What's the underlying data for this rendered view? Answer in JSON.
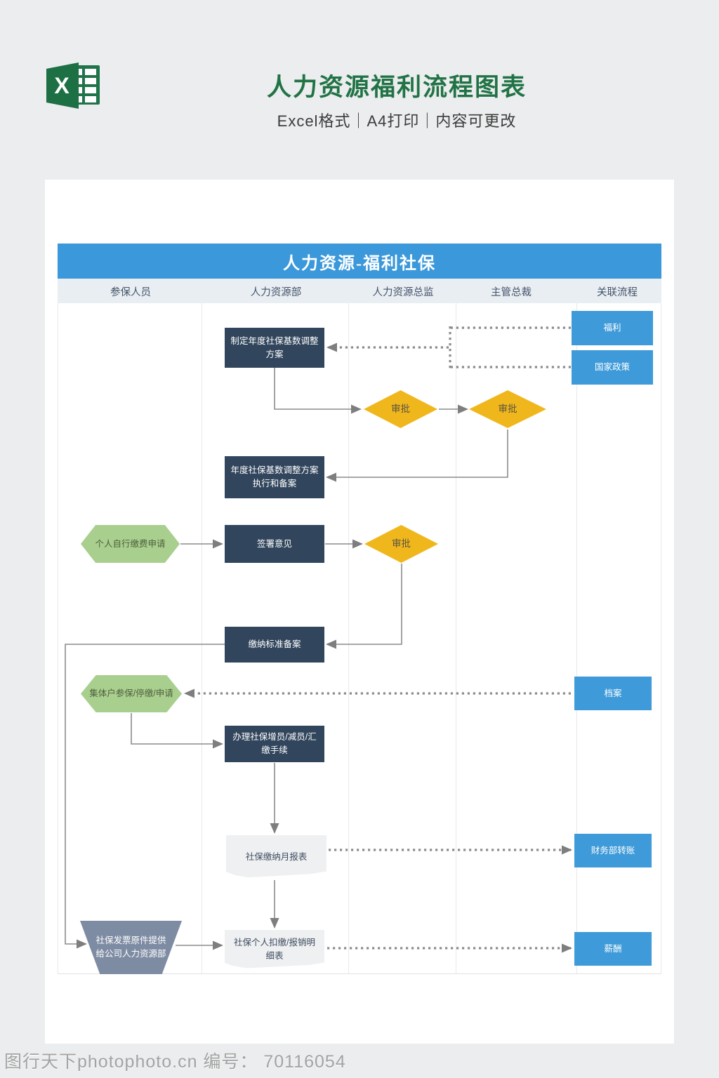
{
  "header": {
    "title": "人力资源福利流程图表",
    "subtitle": "Excel格式｜A4打印｜内容可更改",
    "logo_letter": "X"
  },
  "chart": {
    "title": "人力资源-福利社保",
    "lanes": [
      "参保人员",
      "人力资源部",
      "人力资源总监",
      "主管总裁",
      "关联流程"
    ],
    "nodes": {
      "make_plan": "制定年度社保基数调整方案",
      "welfare": "福利",
      "policy": "国家政策",
      "approve1": "审批",
      "approve2": "审批",
      "execute": "年度社保基数调整方案执行和备案",
      "personal_apply": "个人自行缴费申请",
      "sign": "签署意见",
      "approve3": "审批",
      "record": "缴纳标准备案",
      "group_apply": "集体户参保/停缴/申请",
      "archive": "档案",
      "handle": "办理社保增员/减员/汇缴手续",
      "monthly_report": "社保缴纳月报表",
      "finance": "财务部转账",
      "invoice": "社保发票原件提供给公司人力资源部",
      "detail_report": "社保个人扣缴/报销明细表",
      "salary": "薪酬"
    }
  },
  "footer": {
    "watermark": "图行天下photophoto.cn 编号： 70116054"
  },
  "colors": {
    "page_bg": "#ebedee",
    "excel_green": "#217346",
    "header_blue": "#3b98da",
    "lane_header_bg": "#e9eef3",
    "lane_text": "#44546a",
    "navy": "#31455c",
    "blue": "#3e9ad8",
    "yellow": "#f0b71c",
    "yellow_text": "#5b5342",
    "green": "#a9cf8e",
    "green_text": "#4e5f3d",
    "gray_trapezoid": "#7e8ca3",
    "doc_bg": "#eef0f2",
    "doc_text": "#3f4c5e",
    "connector": "#8c8c8c",
    "watermark": "#a3a3a3"
  }
}
